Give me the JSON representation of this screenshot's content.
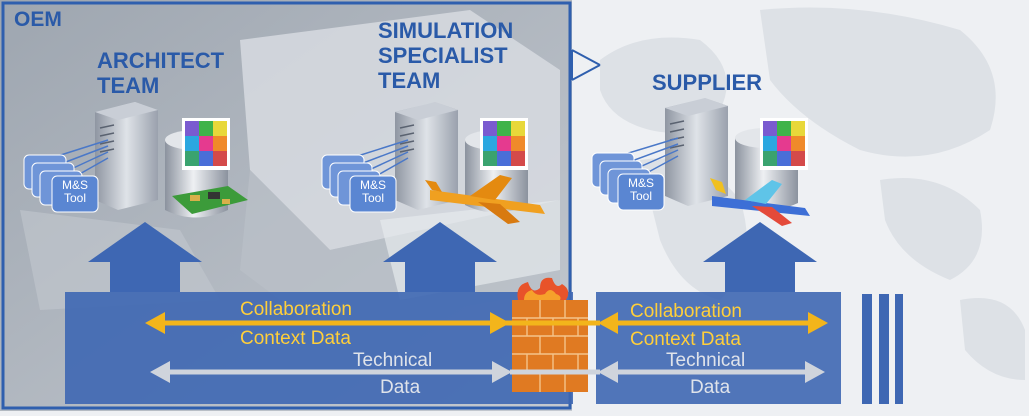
{
  "oem": {
    "label": "OEM",
    "architect_team": {
      "line1": "ARCHITECT",
      "line2": "TEAM"
    },
    "simulation_team": {
      "line1": "SIMULATION",
      "line2": "SPECIALIST",
      "line3": "TEAM"
    }
  },
  "supplier": {
    "label": "SUPPLIER"
  },
  "tool": {
    "line1": "M&S",
    "line2": "Tool"
  },
  "flows": {
    "collaboration_line1": "Collaboration",
    "collaboration_line2": "Context Data",
    "technical_line1": "Technical",
    "technical_line2": "Data"
  },
  "colors": {
    "oem_border": "#2f5fae",
    "band": "#3e67b3",
    "collab_arrow": "#f3b51b",
    "tech_arrow": "#cfd4dc",
    "label": "#2a5aa8",
    "firewall": "#e07a22"
  }
}
